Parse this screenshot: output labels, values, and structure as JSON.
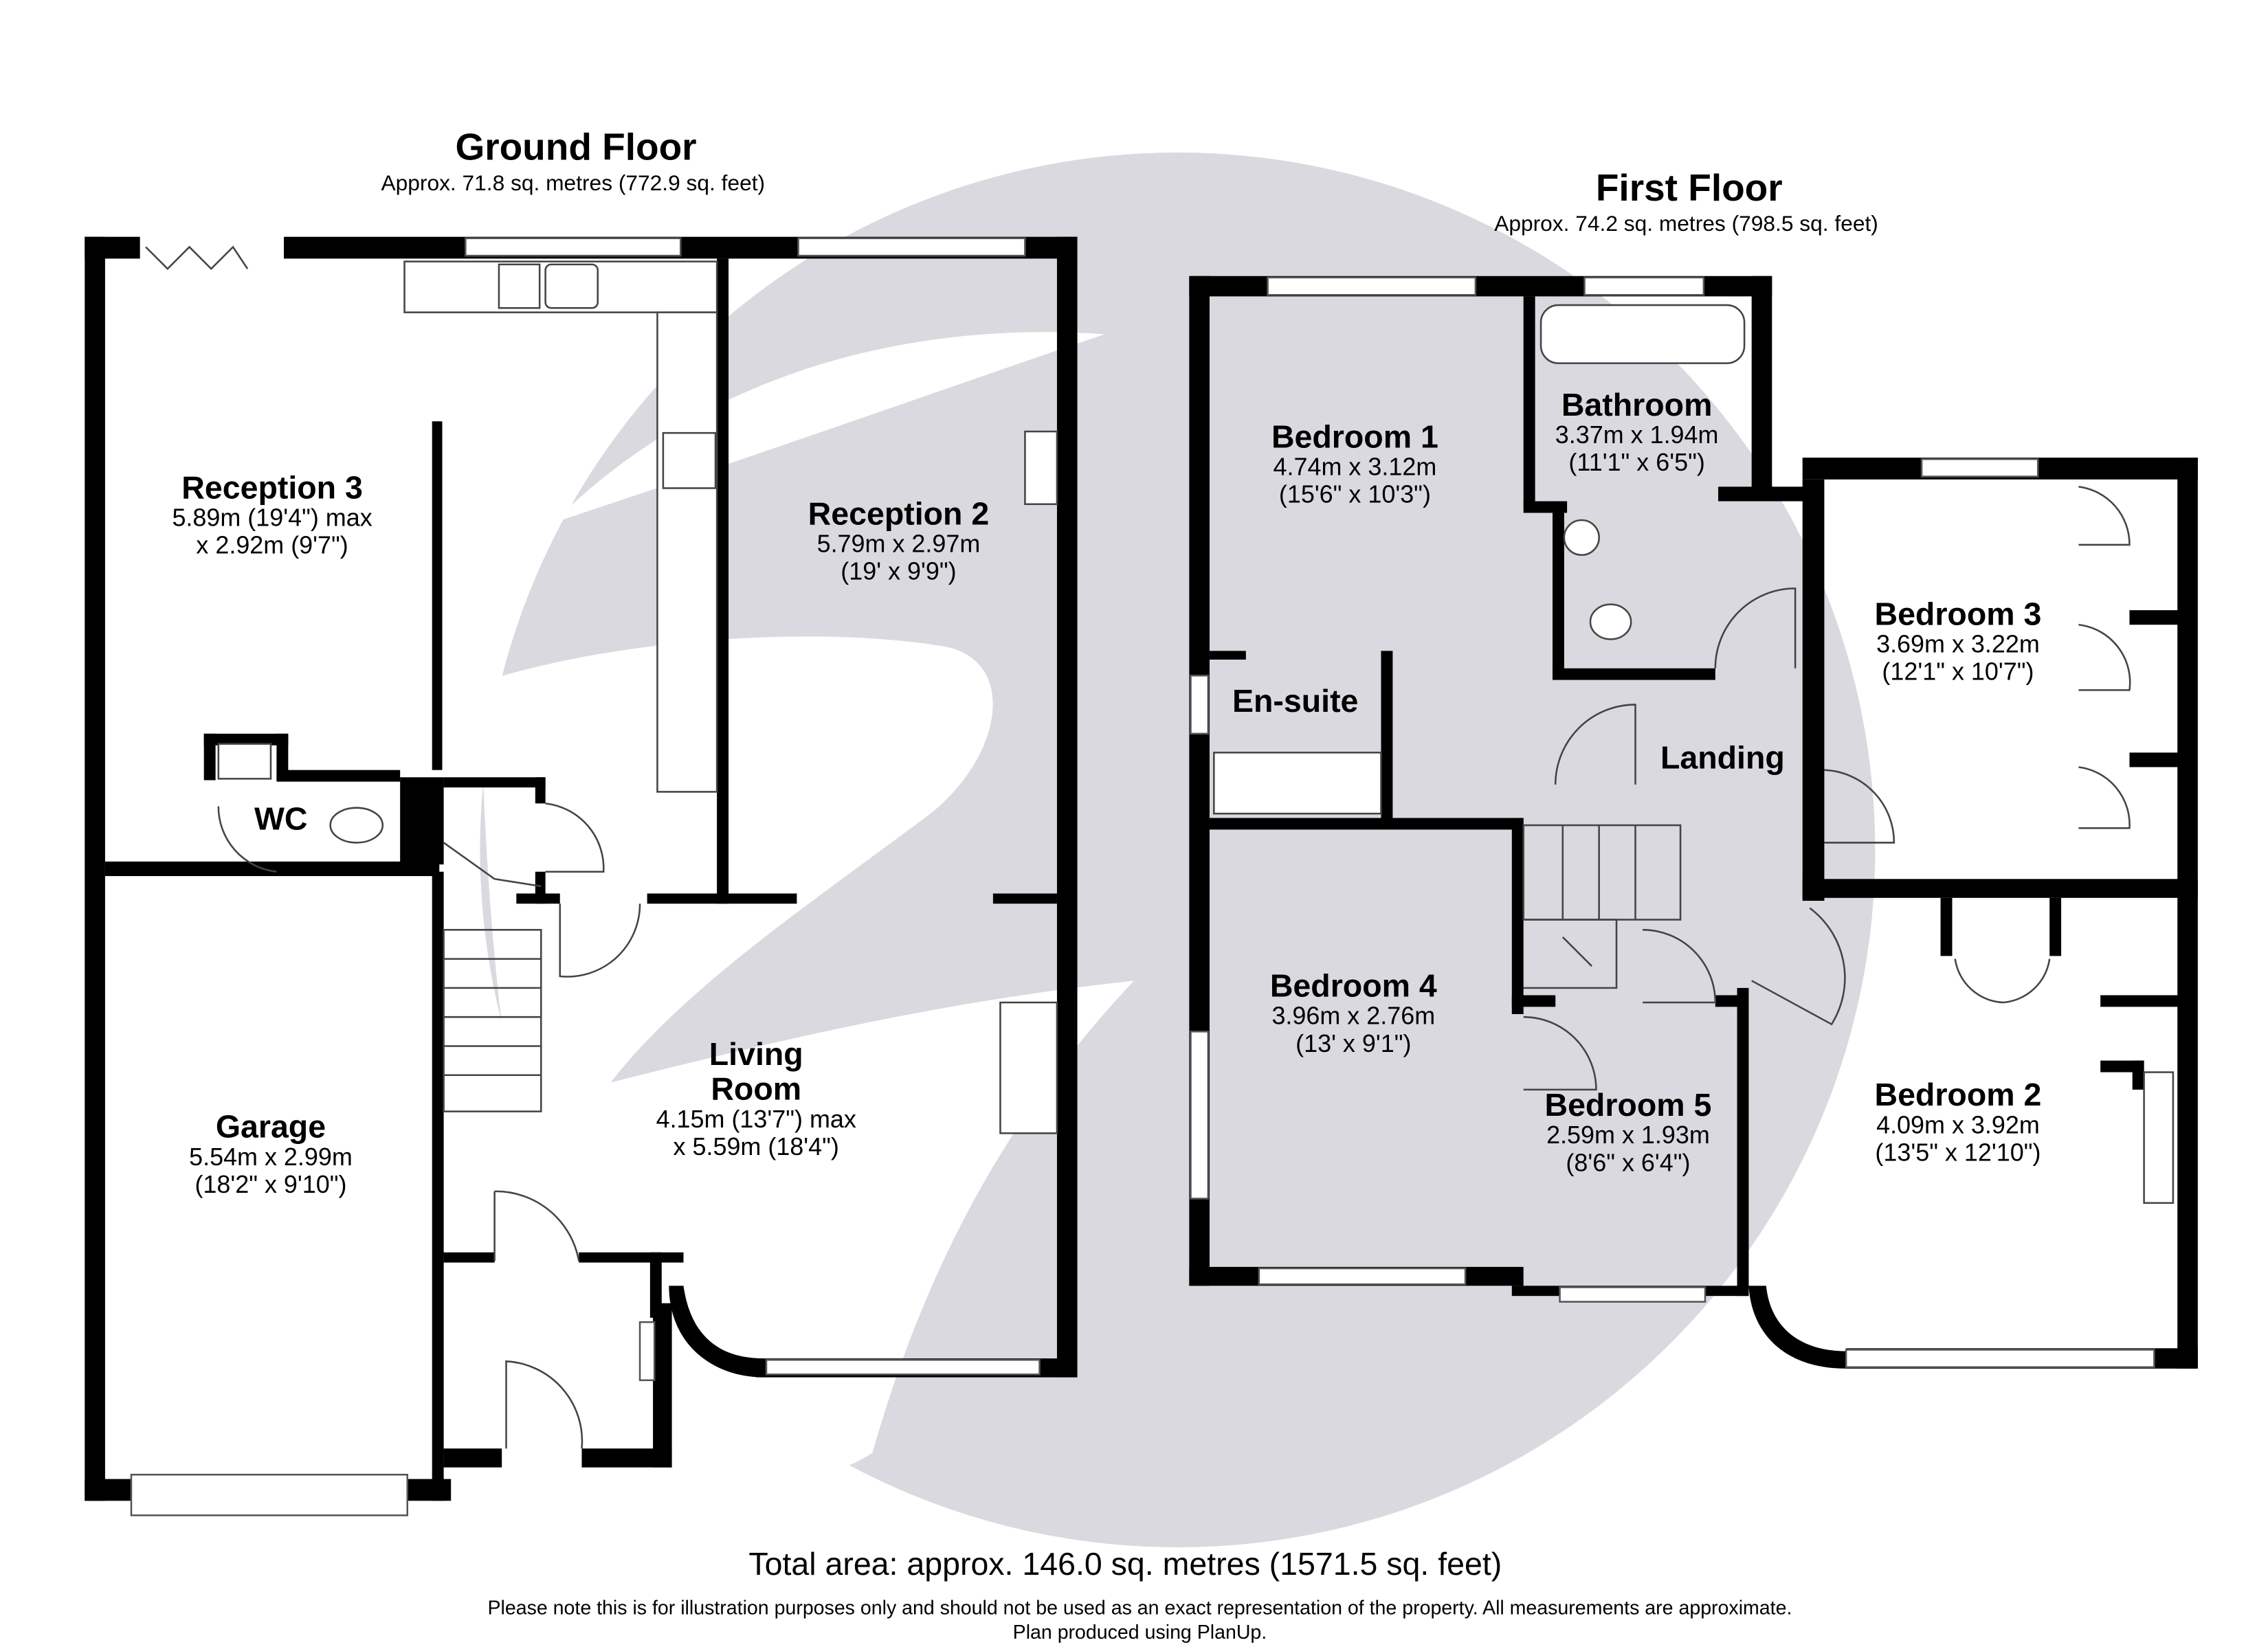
{
  "ground_floor": {
    "title": "Ground Floor",
    "area": "Approx. 71.8 sq. metres (772.9 sq. feet)",
    "rooms": [
      {
        "name": "Reception 3",
        "dim1": "5.89m (19'4\") max",
        "dim2": "x 2.92m (9'7\")"
      },
      {
        "name": "Reception 2",
        "dim1": "5.79m x 2.97m",
        "dim2": "(19' x 9'9\")"
      },
      {
        "name": "WC"
      },
      {
        "name": "Living",
        "name2": "Room",
        "dim1": "4.15m (13'7\") max",
        "dim2": "x 5.59m (18'4\")"
      },
      {
        "name": "Garage",
        "dim1": "5.54m x 2.99m",
        "dim2": "(18'2\" x 9'10\")"
      }
    ]
  },
  "first_floor": {
    "title": "First Floor",
    "area": "Approx. 74.2 sq. metres (798.5 sq. feet)",
    "rooms": [
      {
        "name": "Bedroom 1",
        "dim1": "4.74m x 3.12m",
        "dim2": "(15'6\" x 10'3\")"
      },
      {
        "name": "Bathroom",
        "dim1": "3.37m x 1.94m",
        "dim2": "(11'1\" x 6'5\")"
      },
      {
        "name": "Bedroom 3",
        "dim1": "3.69m x 3.22m",
        "dim2": "(12'1\" x 10'7\")"
      },
      {
        "name": "En-suite"
      },
      {
        "name": "Landing"
      },
      {
        "name": "Bedroom 4",
        "dim1": "3.96m x 2.76m",
        "dim2": "(13' x 9'1\")"
      },
      {
        "name": "Bedroom 5",
        "dim1": "2.59m x 1.93m",
        "dim2": "(8'6\" x 6'4\")"
      },
      {
        "name": "Bedroom 2",
        "dim1": "4.09m x 3.92m",
        "dim2": "(13'5\" x 12'10\")"
      }
    ]
  },
  "footer": {
    "total": "Total area: approx. 146.0 sq. metres (1571.5 sq. feet)",
    "note": "Please note this is for illustration purposes only and should not be used as an exact representation of the property. All measurements are approximate.",
    "credit": "Plan produced using PlanUp."
  },
  "colors": {
    "walls": "#000000",
    "watermark": "#d9d9df",
    "background": "#ffffff"
  }
}
